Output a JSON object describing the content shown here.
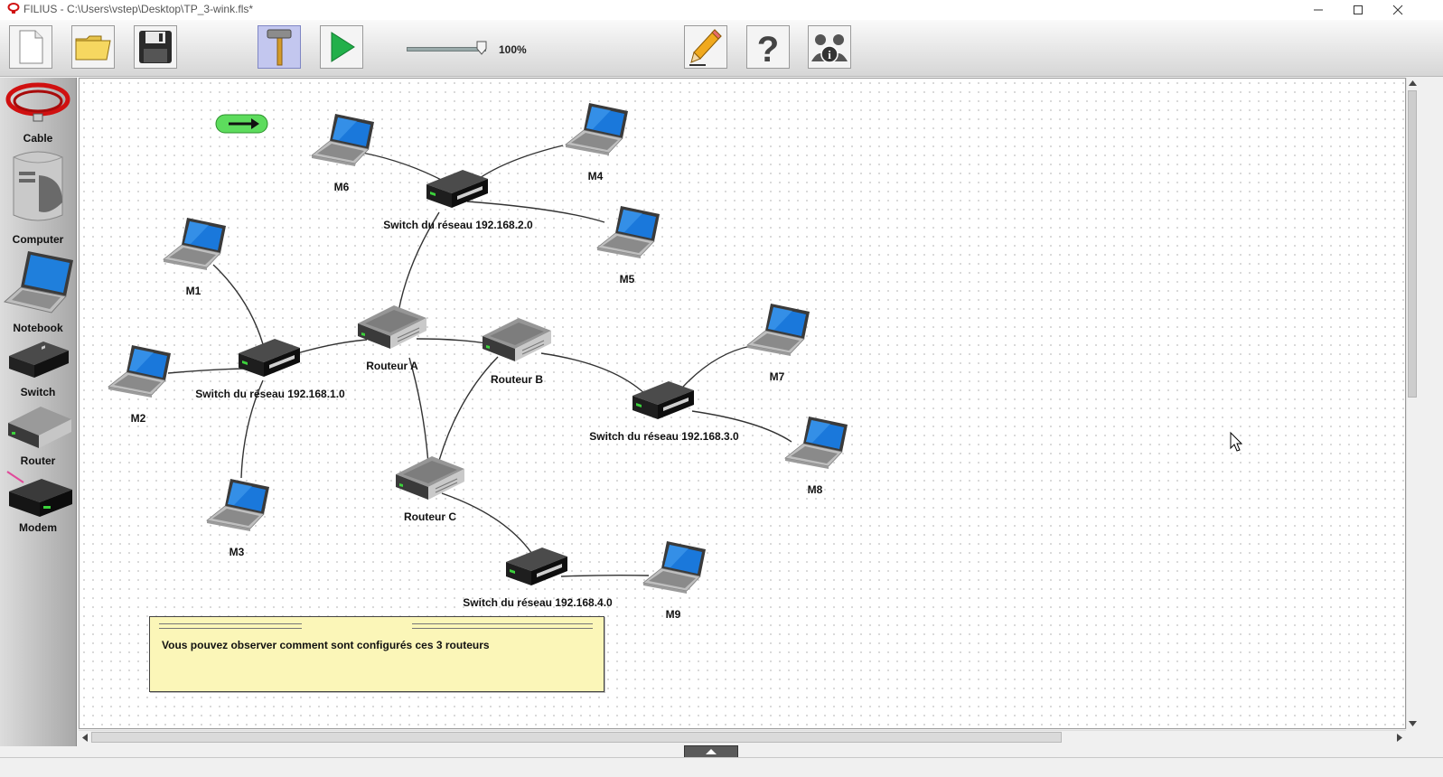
{
  "window": {
    "title": "FILIUS - C:\\Users\\vstep\\Desktop\\TP_3-wink.fls*",
    "minimize_icon": "minimize-icon",
    "maximize_icon": "maximize-icon",
    "close_icon": "close-icon"
  },
  "toolbar": {
    "buttons": [
      "new-file-icon",
      "open-folder-icon",
      "save-disk-icon",
      "hammer-icon",
      "play-icon"
    ],
    "design_mode_active": true,
    "zoom": {
      "label": "100%",
      "level": 1.0
    },
    "right_buttons": [
      "pencil-icon",
      "help-question-icon",
      "info-people-icon"
    ]
  },
  "palette": {
    "items": [
      {
        "label": "Cable",
        "icon": "cable-icon"
      },
      {
        "label": "Computer",
        "icon": "computer-icon"
      },
      {
        "label": "Notebook",
        "icon": "notebook-icon"
      },
      {
        "label": "Switch",
        "icon": "switch-icon"
      },
      {
        "label": "Router",
        "icon": "router-icon"
      },
      {
        "label": "Modem",
        "icon": "modem-icon"
      }
    ]
  },
  "canvas": {
    "nodes": [
      {
        "id": "M6",
        "type": "notebook",
        "label": "M6"
      },
      {
        "id": "M4",
        "type": "notebook",
        "label": "M4"
      },
      {
        "id": "M5",
        "type": "notebook",
        "label": "M5"
      },
      {
        "id": "M1",
        "type": "notebook",
        "label": "M1"
      },
      {
        "id": "M2",
        "type": "notebook",
        "label": "M2"
      },
      {
        "id": "M3",
        "type": "notebook",
        "label": "M3"
      },
      {
        "id": "M7",
        "type": "notebook",
        "label": "M7"
      },
      {
        "id": "M8",
        "type": "notebook",
        "label": "M8"
      },
      {
        "id": "M9",
        "type": "notebook",
        "label": "M9"
      },
      {
        "id": "S2",
        "type": "switch",
        "label": "Switch du réseau 192.168.2.0"
      },
      {
        "id": "S1",
        "type": "switch",
        "label": "Switch du réseau 192.168.1.0"
      },
      {
        "id": "S3",
        "type": "switch",
        "label": "Switch du réseau 192.168.3.0"
      },
      {
        "id": "S4",
        "type": "switch",
        "label": "Switch du réseau 192.168.4.0"
      },
      {
        "id": "RA",
        "type": "router",
        "label": "Routeur A"
      },
      {
        "id": "RB",
        "type": "router",
        "label": "Routeur B"
      },
      {
        "id": "RC",
        "type": "router",
        "label": "Routeur C"
      }
    ],
    "links": [
      [
        "M6",
        "S2"
      ],
      [
        "M4",
        "S2"
      ],
      [
        "M5",
        "S2"
      ],
      [
        "S2",
        "RA"
      ],
      [
        "M1",
        "S1"
      ],
      [
        "M2",
        "S1"
      ],
      [
        "M3",
        "S1"
      ],
      [
        "S1",
        "RA"
      ],
      [
        "RA",
        "RB"
      ],
      [
        "RA",
        "RC"
      ],
      [
        "RB",
        "RC"
      ],
      [
        "RB",
        "S3"
      ],
      [
        "S3",
        "M7"
      ],
      [
        "S3",
        "M8"
      ],
      [
        "RC",
        "S4"
      ],
      [
        "S4",
        "M9"
      ]
    ],
    "arrow_icon": "green-arrow-icon",
    "note": "Vous pouvez observer comment sont configurés ces 3 routeurs"
  },
  "bottom_panel_toggle_icon": "chevron-up-icon"
}
